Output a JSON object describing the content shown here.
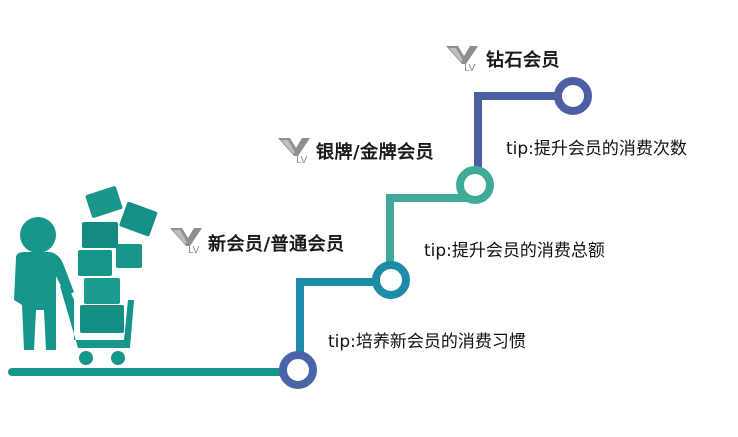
{
  "levels": [
    {
      "name": "新会员/普通会员",
      "tip": "tip:培养新会员的消费习惯",
      "badge_icon": "vip-lv-badge-icon"
    },
    {
      "name": "银牌/金牌会员",
      "tip": "tip:提升会员的消费总额",
      "badge_icon": "vip-lv-badge-icon"
    },
    {
      "name": "钻石会员",
      "tip": "tip:提升会员的消费次数",
      "badge_icon": "vip-lv-badge-icon"
    }
  ],
  "badge_text": "LV",
  "colors": {
    "teal": "#16968a",
    "teal_light": "#40aa98",
    "blue_teal": "#1c8ca8",
    "blue": "#4a64a8",
    "navy": "#4e5ea2",
    "badge_gray": "#8f8f8f",
    "text": "#1a1a1a"
  },
  "figure_icon": "shopper-with-cart-icon"
}
